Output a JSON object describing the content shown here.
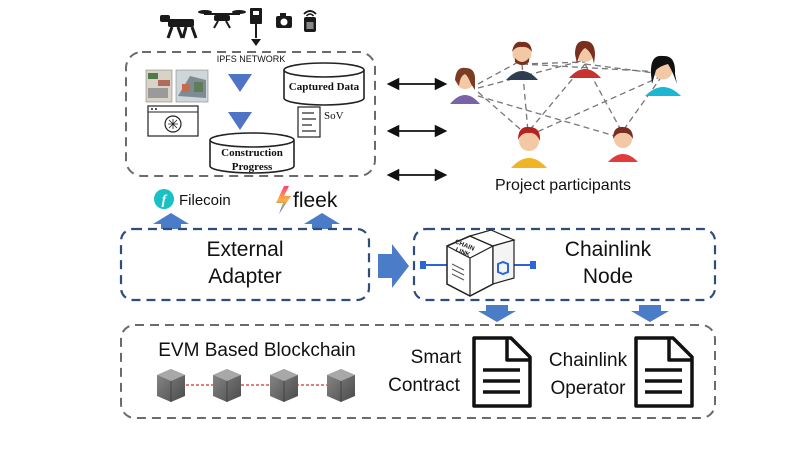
{
  "ipfs": {
    "title": "IPFS NETWORK",
    "captured_data": "Captured Data",
    "sov": "SoV",
    "construction_line1": "Construction",
    "construction_line2": "Progress"
  },
  "storage": {
    "filecoin": "Filecoin",
    "fleek": "fleek"
  },
  "participants": {
    "label": "Project participants"
  },
  "adapter": {
    "line1": "External",
    "line2": "Adapter"
  },
  "chainlink_node": {
    "line1": "Chainlink",
    "line2": "Node",
    "cube_text_line1": "CHAIN",
    "cube_text_line2": "LINK"
  },
  "blockchain": {
    "title": "EVM Based Blockchain"
  },
  "smart_contract": {
    "line1": "Smart",
    "line2": "Contract"
  },
  "operator": {
    "line1": "Chainlink",
    "line2": "Operator"
  },
  "colors": {
    "dashed_gray": "#6b6b6b",
    "dashed_blue": "#2e4d7b",
    "arrow_blue": "#4a7cc7",
    "triangle_blue": "#4f74c6",
    "filecoin_teal": "#17c1c5",
    "fleek_start": "#ff3d7a",
    "fleek_end": "#2b6cff"
  },
  "icons": [
    "robot-dog-icon",
    "drone-icon",
    "laser-scanner-icon",
    "camera-icon",
    "sensor-icon",
    "document-icon",
    "database-icon",
    "person-icon",
    "blockchain-cube-icon"
  ]
}
